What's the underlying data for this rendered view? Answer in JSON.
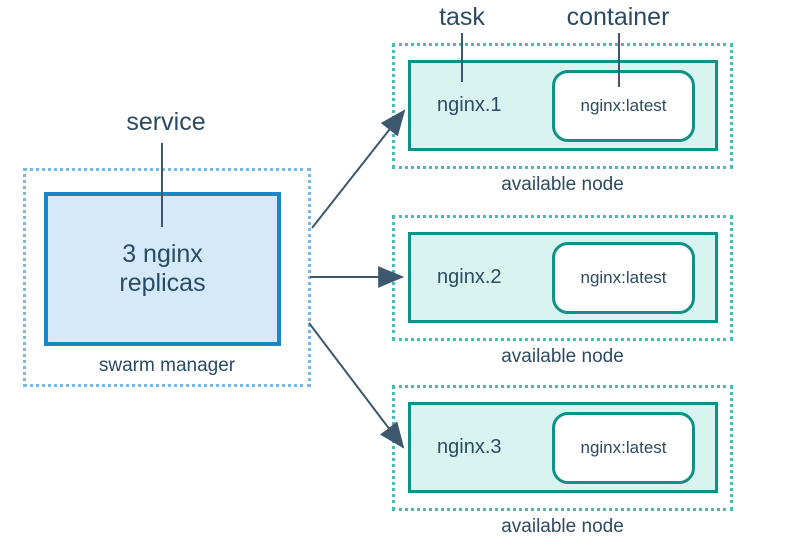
{
  "diagram": {
    "labels": {
      "service": "service",
      "task": "task",
      "container": "container"
    },
    "manager": {
      "service_box": "3 nginx replicas",
      "caption": "swarm manager"
    },
    "nodes": [
      {
        "task": "nginx.1",
        "container": "nginx:latest",
        "caption": "available node"
      },
      {
        "task": "nginx.2",
        "container": "nginx:latest",
        "caption": "available node"
      },
      {
        "task": "nginx.3",
        "container": "nginx:latest",
        "caption": "available node"
      }
    ],
    "colors": {
      "manager_border_dotted": "#7cb9e0",
      "service_border": "#1886c9",
      "service_fill": "#d4eafa",
      "node_border_dotted": "#45bcb4",
      "task_border": "#0f918a",
      "task_fill": "#d8f3f0",
      "arrow": "#3d586e",
      "text": "#2c4a63"
    }
  }
}
